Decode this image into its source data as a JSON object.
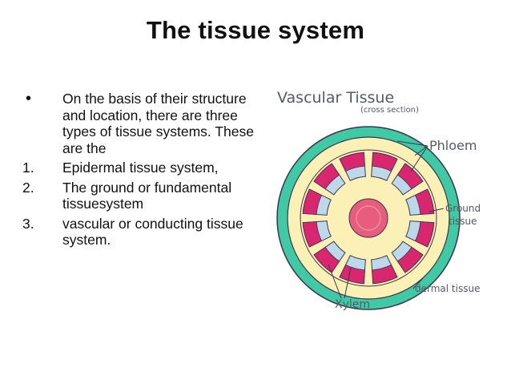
{
  "slide": {
    "title": "The tissue system"
  },
  "bullets": [
    {
      "marker": "•",
      "text": " On the basis of their structure and location, there are three types of tissue systems. These are the"
    },
    {
      "marker": "1.",
      "text": "Epidermal tissue system,"
    },
    {
      "marker": "2.",
      "text": " The ground or fundamental tissuesystem"
    },
    {
      "marker": "3.",
      "text": " vascular or conducting tissue system."
    }
  ],
  "diagram": {
    "title": "Vascular Tissue",
    "subtitle": "(cross section)",
    "labels": {
      "phloem": "Phloem",
      "ground_line1": "Ground",
      "ground_line2": "tissue",
      "dermal": "dermal tissue",
      "xylem": "Xylem"
    },
    "colors": {
      "dermal": "#3fc9a4",
      "ground": "#fbf0b5",
      "phloem": "#d8266f",
      "xylem": "#bdd8e8",
      "pith": "#e85c7c",
      "outline": "#3d3450"
    }
  }
}
